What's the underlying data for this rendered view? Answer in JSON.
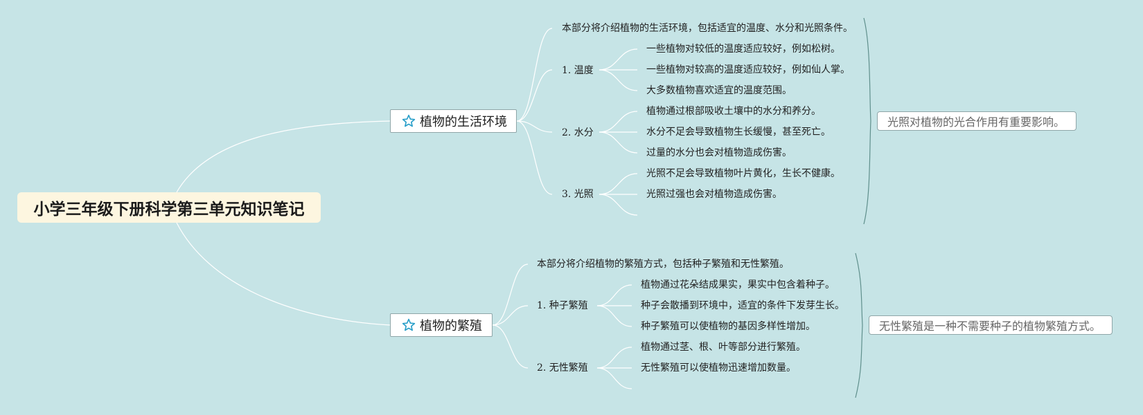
{
  "root": {
    "title": "小学三年级下册科学第三单元知识笔记"
  },
  "branches": [
    {
      "label": "植物的生活环境",
      "intro": "本部分将介绍植物的生活环境，包括适宜的温度、水分和光照条件。",
      "subs": [
        {
          "label": "1. 温度",
          "items": [
            "一些植物对较低的温度适应较好，例如松树。",
            "一些植物对较高的温度适应较好，例如仙人掌。",
            "大多数植物喜欢适宜的温度范围。"
          ]
        },
        {
          "label": "2. 水分",
          "items": [
            "植物通过根部吸收土壤中的水分和养分。",
            "水分不足会导致植物生长缓慢，甚至死亡。",
            "过量的水分也会对植物造成伤害。"
          ]
        },
        {
          "label": "3. 光照",
          "items": [
            "光照不足会导致植物叶片黄化，生长不健康。",
            "光照过强也会对植物造成伤害。"
          ]
        }
      ],
      "summary": "光照对植物的光合作用有重要影响。"
    },
    {
      "label": "植物的繁殖",
      "intro": "本部分将介绍植物的繁殖方式，包括种子繁殖和无性繁殖。",
      "subs": [
        {
          "label": "1. 种子繁殖",
          "items": [
            "植物通过花朵结成果实，果实中包含着种子。",
            "种子会散播到环境中，适宜的条件下发芽生长。",
            "种子繁殖可以使植物的基因多样性增加。"
          ]
        },
        {
          "label": "2. 无性繁殖",
          "items": [
            "植物通过茎、根、叶等部分进行繁殖。",
            "无性繁殖可以使植物迅速增加数量。"
          ]
        }
      ],
      "summary": "无性繁殖是一种不需要种子的植物繁殖方式。"
    }
  ],
  "colors": {
    "background": "#c6e4e6",
    "root_fill": "#fdf6e0",
    "connector": "#ffffff",
    "bracket": "#5f8f8c",
    "star_icon": "#2a9fc9"
  },
  "icons": {
    "branch_marker": "star-icon"
  }
}
